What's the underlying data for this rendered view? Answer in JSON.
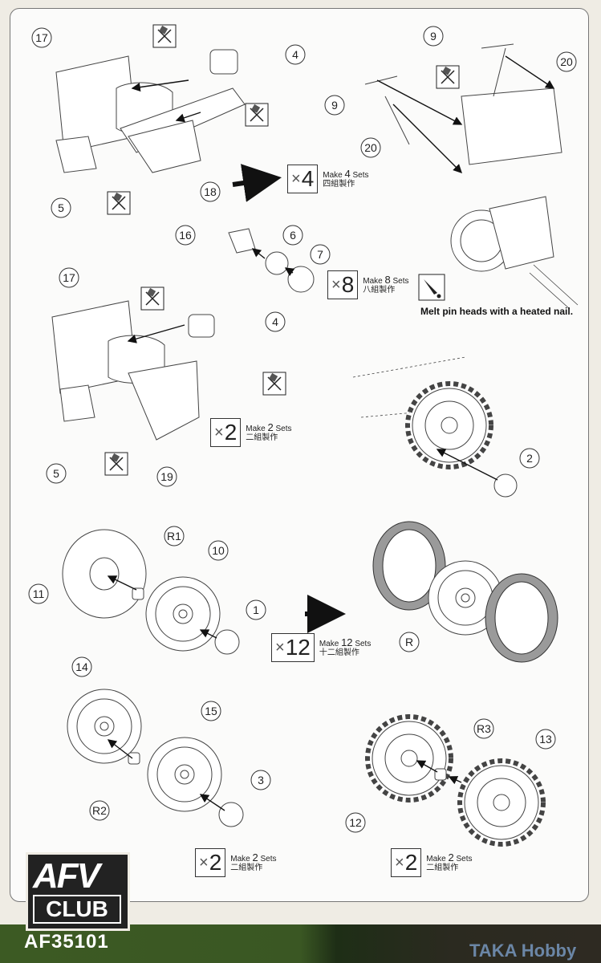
{
  "callouts": {
    "s1": [
      "17",
      "4",
      "5",
      "18"
    ],
    "s1r": [
      "9",
      "20",
      "9",
      "20"
    ],
    "mid": [
      "16",
      "6",
      "7"
    ],
    "s2": [
      "17",
      "4",
      "5",
      "19"
    ],
    "s2r": [
      "2"
    ],
    "s3": [
      "R1",
      "10",
      "11",
      "1",
      "R"
    ],
    "s4": [
      "14",
      "15",
      "R2",
      "3",
      "R3",
      "13",
      "12"
    ]
  },
  "multipliers": [
    {
      "x": "×",
      "n": "4",
      "make": "Make",
      "count": "4",
      "sets": "Sets",
      "zh": "四組製作"
    },
    {
      "x": "×",
      "n": "8",
      "make": "Make",
      "count": "8",
      "sets": "Sets",
      "zh": "八組製作"
    },
    {
      "x": "×",
      "n": "2",
      "make": "Make",
      "count": "2",
      "sets": "Sets",
      "zh": "二組製作"
    },
    {
      "x": "×",
      "n": "12",
      "make": "Make",
      "count": "12",
      "sets": "Sets",
      "zh": "十二組製作"
    },
    {
      "x": "×",
      "n": "2",
      "make": "Make",
      "count": "2",
      "sets": "Sets",
      "zh": "二組製作"
    },
    {
      "x": "×",
      "n": "2",
      "make": "Make",
      "count": "2",
      "sets": "Sets",
      "zh": "二組製作"
    }
  ],
  "note": "Melt pin heads with a heated nail.",
  "brand": {
    "logo_top": "AFV",
    "logo_bottom": "CLUB",
    "kit_number": "AF35101"
  },
  "watermark": "TAKA Hobby",
  "colors": {
    "footer_green": "#3c5a23",
    "tire": "#8a8a8a",
    "watermark": "#6b86a6"
  }
}
